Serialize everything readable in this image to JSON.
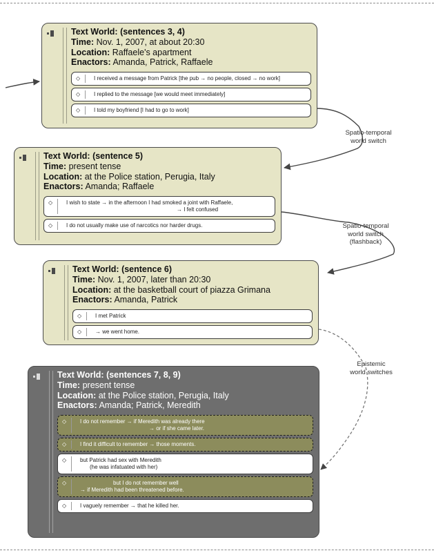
{
  "worlds": [
    {
      "title": "Text World: (sentences 3, 4)",
      "time_label": "Time:",
      "time": "Nov. 1, 2007, at about 20:30",
      "location_label": "Location:",
      "location": "Raffaele's apartment",
      "enactors_label": "Enactors:",
      "enactors": "Amanda, Patrick, Raffaele",
      "items": [
        {
          "icon": "◇",
          "text": [
            "I received a message from Patrick [the pub → no people, closed → no work]"
          ]
        },
        {
          "icon": "◇",
          "text": [
            "I replied to the message [we would meet immediately]"
          ]
        },
        {
          "icon": "◇",
          "text": [
            "I told my boyfriend [I had to go to work]"
          ]
        }
      ]
    },
    {
      "title": "Text World: (sentence 5)",
      "time_label": "Time:",
      "time": "present tense",
      "location_label": "Location:",
      "location": "at the Police station, Perugia, Italy",
      "enactors_label": "Enactors:",
      "enactors": "Amanda; Raffaele",
      "items": [
        {
          "icon": "◇",
          "text": [
            "I wish to state → in the afternoon I had smoked a joint with Raffaele,",
            "→ I felt confused"
          ]
        },
        {
          "icon": "◇",
          "text": [
            "I do not usually make use of narcotics nor harder drugs."
          ]
        }
      ]
    },
    {
      "title": "Text World: (sentence 6)",
      "time_label": "Time:",
      "time": "Nov. 1, 2007, later than 20:30",
      "location_label": "Location:",
      "location": "at the basketball court of piazza Grimana",
      "enactors_label": "Enactors:",
      "enactors": "Amanda, Patrick",
      "items": [
        {
          "icon": "◇",
          "text": [
            "I met Patrick"
          ]
        },
        {
          "icon": "◇",
          "text": [
            "→ we went home."
          ]
        }
      ]
    },
    {
      "title": "Text World: (sentences 7, 8, 9)",
      "time_label": "Time:",
      "time": "present tense",
      "location_label": "Location:",
      "location": "at the Police station, Perugia, Italy",
      "enactors_label": "Enactors:",
      "enactors": "Amanda; Patrick, Meredith",
      "items": [
        {
          "icon": "◇",
          "text": [
            "I do not remember → if Meredith was already there",
            "→ or if she came later."
          ]
        },
        {
          "icon": "◇",
          "text": [
            "I find it difficult to remember → those moments."
          ]
        },
        {
          "icon": "◇",
          "text": [
            "but Patrick had sex with Meredith",
            "(he was infatuated with her)"
          ]
        },
        {
          "icon": "◇",
          "text": [
            "but I do not remember well",
            "→ if Meredith had been threatened before."
          ]
        },
        {
          "icon": "◇",
          "text": [
            "I vaguely remember → that he killed her."
          ]
        }
      ]
    }
  ],
  "switch_labels": [
    [
      "Spatio-temporal",
      "world switch"
    ],
    [
      "Spatio-temporal",
      "world switch",
      "(flashback)"
    ],
    [
      "Epistemic",
      "world  switches"
    ]
  ]
}
